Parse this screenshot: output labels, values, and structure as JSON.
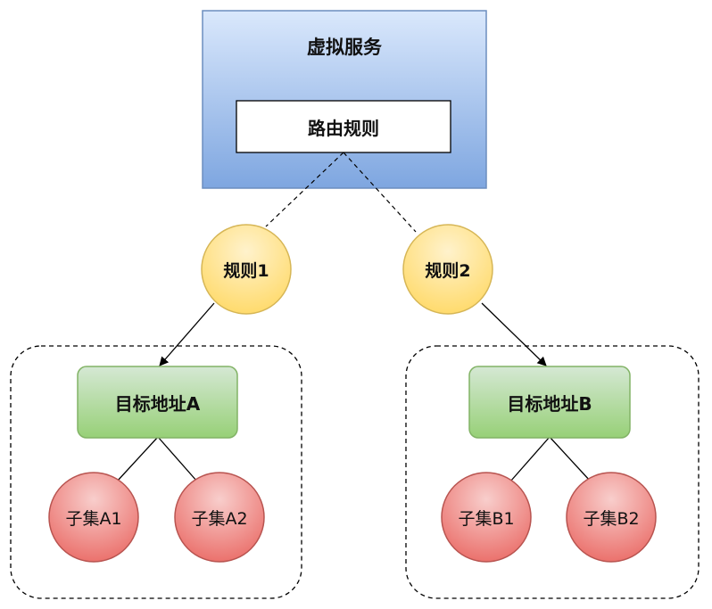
{
  "virtual_service": {
    "title": "虚拟服务",
    "routing_rule": "路由规则"
  },
  "rules": [
    {
      "label": "规则1"
    },
    {
      "label": "规则2"
    }
  ],
  "destinations": [
    {
      "label": "目标地址A",
      "subsets": [
        "子集A1",
        "子集A2"
      ]
    },
    {
      "label": "目标地址B",
      "subsets": [
        "子集B1",
        "子集B2"
      ]
    }
  ],
  "colors": {
    "service_fill_top": "#dae8fc",
    "service_fill_bottom": "#7ea6e0",
    "service_stroke": "#6c8ebf",
    "rule_fill_top": "#fff2cc",
    "rule_fill_bottom": "#ffd966",
    "rule_stroke": "#d6b656",
    "dest_fill_top": "#d5e8d4",
    "dest_fill_bottom": "#97d077",
    "dest_stroke": "#82b366",
    "subset_fill_top": "#f8cecc",
    "subset_fill_bottom": "#ea6b66",
    "subset_stroke": "#b85450"
  }
}
